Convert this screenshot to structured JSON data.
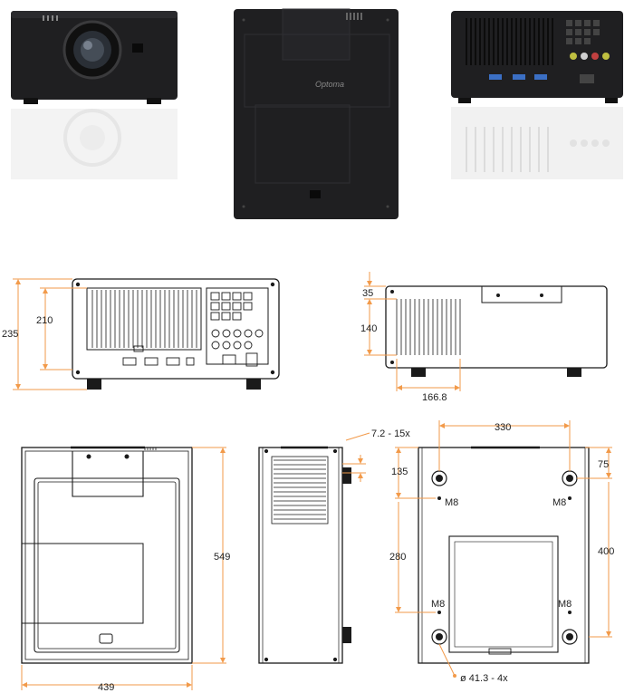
{
  "colors": {
    "dimension_line": "#f29a4a",
    "projector_body": "#1f1f21",
    "drawing_stroke": "#1a1a1a",
    "panel_fill": "#ffffff"
  },
  "rear_view": {
    "height_outer": "235",
    "height_inner": "210"
  },
  "side_view_right": {
    "top_offset": "35",
    "vent_height": "140",
    "vent_width": "166.8"
  },
  "top_view": {
    "depth": "549",
    "width": "439"
  },
  "side_view_left": {
    "screw_spec": "7.2 - 15x"
  },
  "bottom_view": {
    "mount_spacing_x": "330",
    "edge_offset_right": "75",
    "edge_offset_top": "135",
    "mount_spacing_y": "280",
    "depth_span": "400",
    "thread_tl": "M8",
    "thread_tr": "M8",
    "thread_bl": "M8",
    "thread_br": "M8",
    "foot_spec": "ø 41.3 - 4x"
  }
}
